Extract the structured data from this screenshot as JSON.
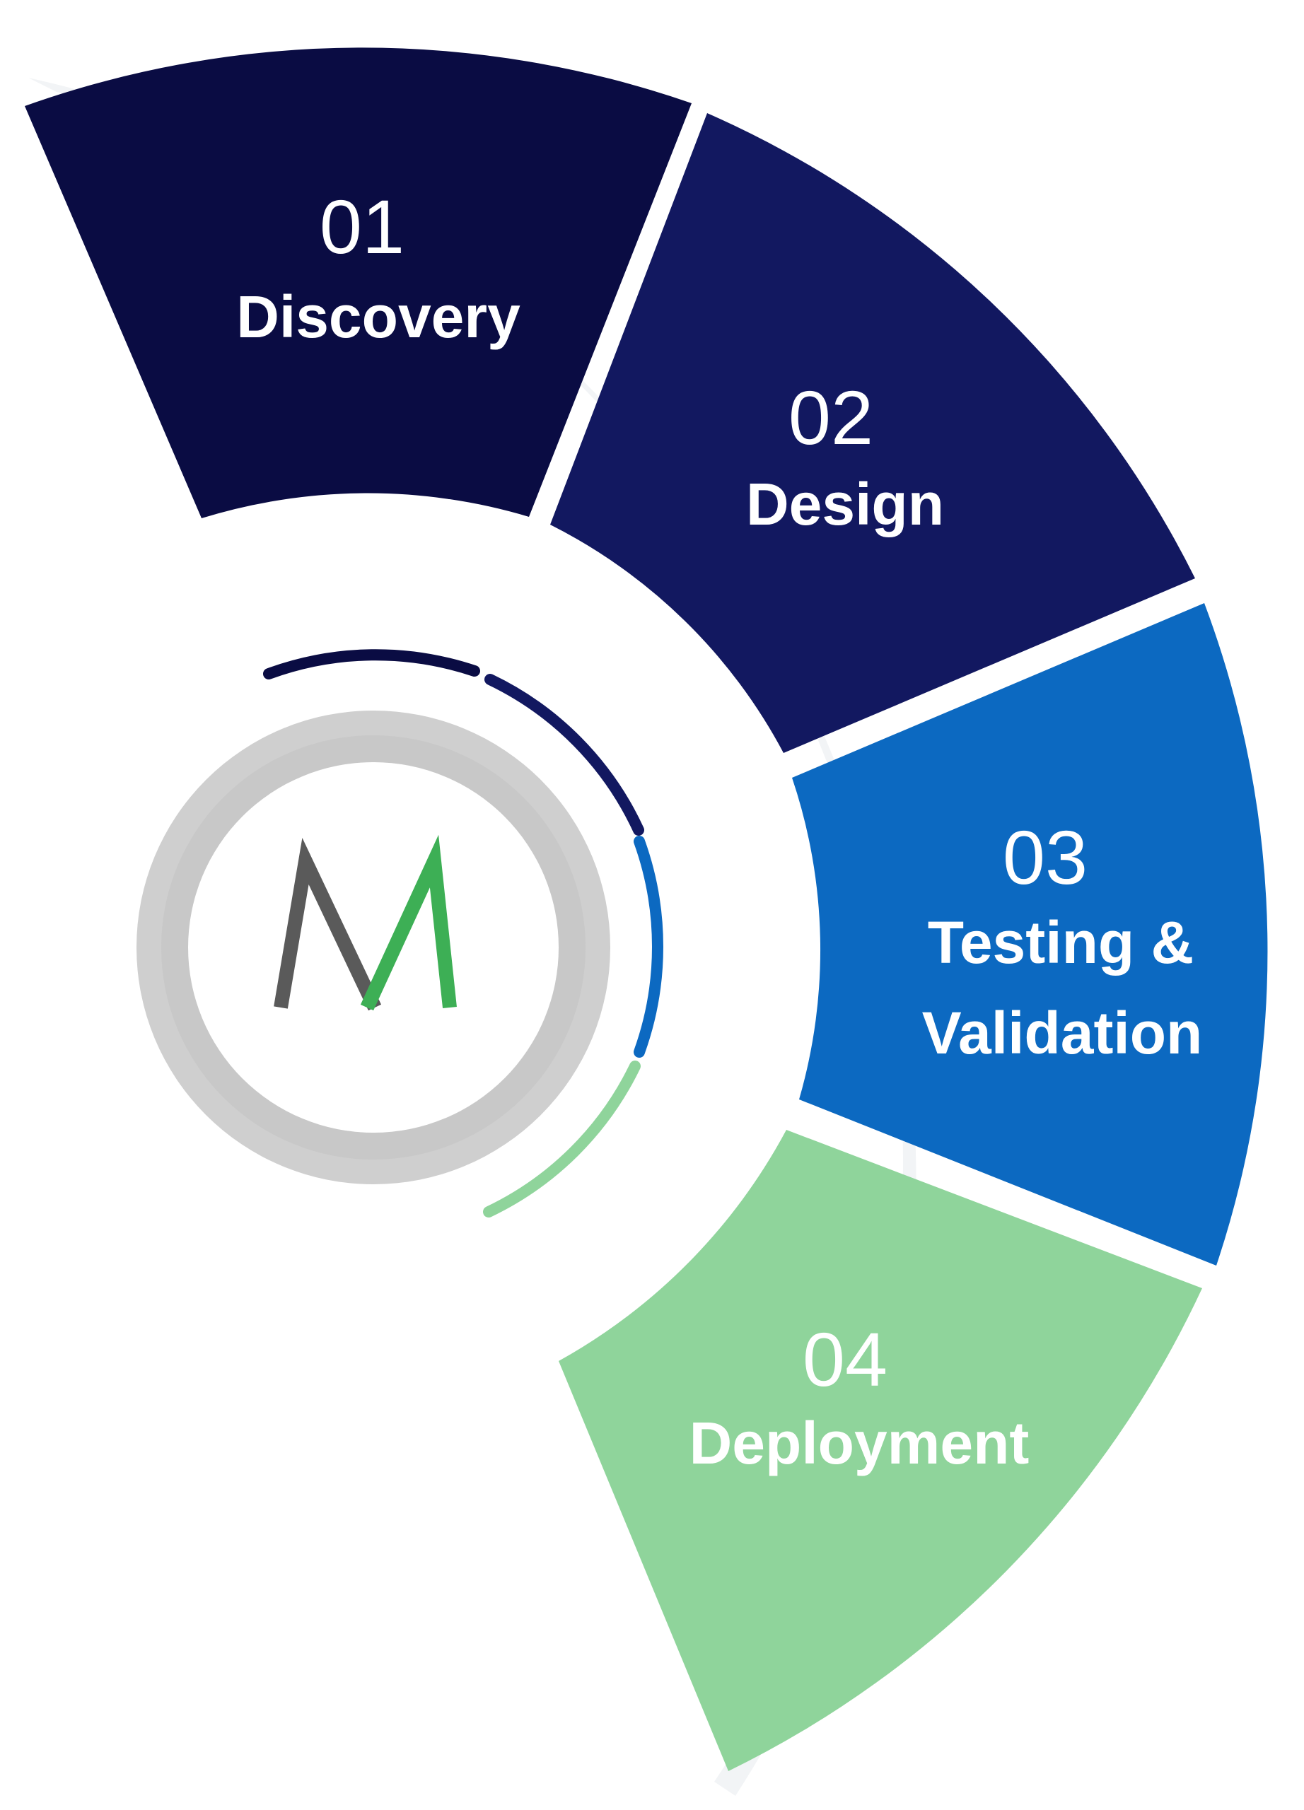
{
  "diagram": {
    "title": "Four-stage process wheel",
    "steps": [
      {
        "number": "01",
        "label_lines": [
          "Discovery"
        ],
        "color": "#0a0c43"
      },
      {
        "number": "02",
        "label_lines": [
          "Design"
        ],
        "color": "#121860"
      },
      {
        "number": "03",
        "label_lines": [
          "Testing &",
          "Validation"
        ],
        "color": "#0c69c1"
      },
      {
        "number": "04",
        "label_lines": [
          "Deployment"
        ],
        "color": "#8fd49b"
      }
    ]
  },
  "logo": {
    "letter": "M",
    "left_stroke_color": "#5a5a5a",
    "right_stroke_color": "#3daf55",
    "ring_color": "#cfcfcf"
  }
}
